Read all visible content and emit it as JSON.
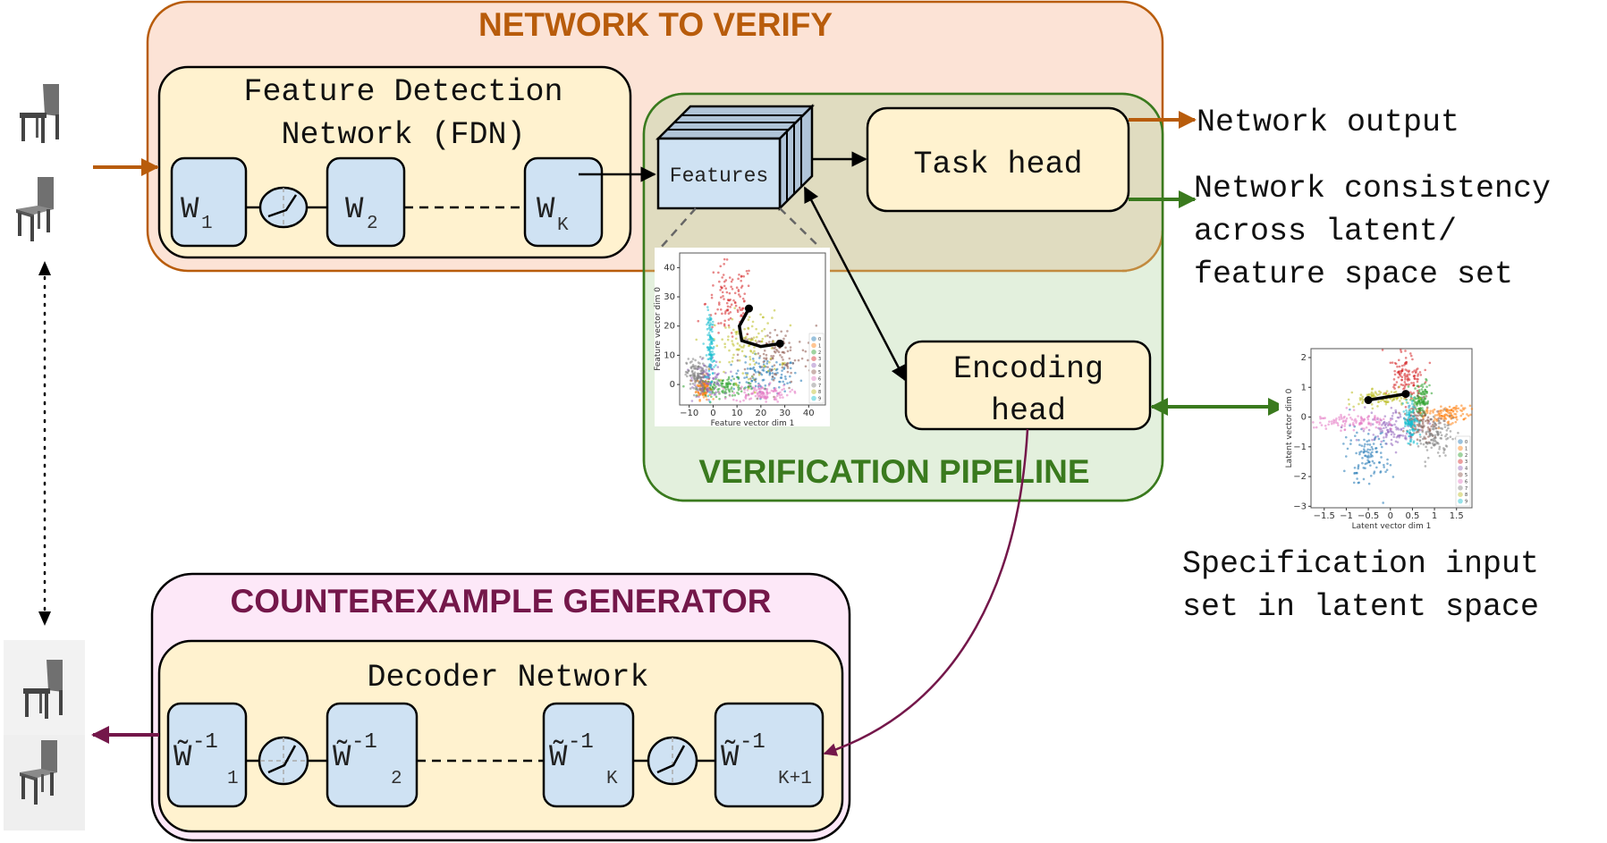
{
  "colors": {
    "network_to_verify": "#b85c0b",
    "network_to_verify_bg": "#fce3d6",
    "verification": "#3a7a1e",
    "verification_bg": "#e3f0dd",
    "overlap_bg": "#e0dcc0",
    "counterexample": "#74174a",
    "counterexample_bg": "#fde8f8",
    "inner_bg": "#fff2cf",
    "layer_bg": "#cfe2f3"
  },
  "network_to_verify": {
    "title": "NETWORK TO VERIFY",
    "fdn": {
      "title_line1": "Feature Detection",
      "title_line2": "Network (FDN)",
      "layers": [
        {
          "base": "W",
          "sub": "1"
        },
        {
          "base": "W",
          "sub": "2"
        },
        {
          "base": "W",
          "sub": "K"
        }
      ]
    }
  },
  "verification_pipeline": {
    "title": "VERIFICATION PIPELINE",
    "features_label": "Features",
    "task_head": "Task head",
    "encoding_head_line1": "Encoding",
    "encoding_head_line2": "head"
  },
  "outputs": {
    "network_output": "Network output",
    "consistency_line1": "Network consistency",
    "consistency_line2": "across latent/",
    "consistency_line3": "feature space set",
    "spec_line1": "Specification input",
    "spec_line2": "set in latent space"
  },
  "counterexample_generator": {
    "title": "COUNTEREXAMPLE GENERATOR",
    "decoder": {
      "title": "Decoder Network",
      "layers": [
        {
          "base": "W̃",
          "sup": "-1",
          "sub": "1"
        },
        {
          "base": "W̃",
          "sup": "-1",
          "sub": "2"
        },
        {
          "base": "W̃",
          "sup": "-1",
          "sub": "K"
        },
        {
          "base": "W̃",
          "sup": "-1",
          "sub": "K+1"
        }
      ]
    }
  },
  "icons": {
    "input_images": "chair-icon",
    "generated_images": "chair-icon",
    "activation": "relu-icon"
  },
  "chart_data": [
    {
      "type": "scatter",
      "title": "",
      "xlabel": "Feature vector dim 1",
      "ylabel": "Feature vector dim 0",
      "xlim": [
        -14,
        47
      ],
      "ylim": [
        -7,
        45
      ],
      "xticks": [
        -10,
        0,
        10,
        20,
        30,
        40
      ],
      "yticks": [
        0,
        10,
        20,
        30,
        40
      ],
      "legend": [
        "0",
        "1",
        "2",
        "3",
        "4",
        "5",
        "6",
        "7",
        "8",
        "9"
      ],
      "legend_position": "bottom-right",
      "series_colors": [
        "#1f77b4",
        "#ff7f0e",
        "#2ca02c",
        "#d62728",
        "#9467bd",
        "#8c564b",
        "#e377c2",
        "#7f7f7f",
        "#bcbd22",
        "#17becf"
      ],
      "clusters": [
        {
          "label": "0",
          "cx": 22,
          "cy": 3,
          "sx": 7,
          "sy": 3
        },
        {
          "label": "1",
          "cx": -4,
          "cy": -1,
          "sx": 1.5,
          "sy": 2
        },
        {
          "label": "2",
          "cx": 5,
          "cy": -1,
          "sx": 6,
          "sy": 1.5
        },
        {
          "label": "3",
          "cx": 7,
          "cy": 28,
          "sx": 5,
          "sy": 7
        },
        {
          "label": "4",
          "cx": -2,
          "cy": 2,
          "sx": 3,
          "sy": 3
        },
        {
          "label": "5",
          "cx": 27,
          "cy": 10,
          "sx": 8,
          "sy": 5
        },
        {
          "label": "6",
          "cx": 20,
          "cy": -3,
          "sx": 6,
          "sy": 1.5
        },
        {
          "label": "7",
          "cx": -7,
          "cy": 3,
          "sx": 2,
          "sy": 3
        },
        {
          "label": "8",
          "cx": 14,
          "cy": 13,
          "sx": 7,
          "sy": 6
        },
        {
          "label": "9",
          "cx": -1,
          "cy": 13,
          "sx": 0.8,
          "sy": 6
        }
      ],
      "path": {
        "x": [
          15,
          11,
          12,
          20,
          28
        ],
        "y": [
          26,
          20,
          15,
          13,
          14
        ]
      }
    },
    {
      "type": "scatter",
      "title": "",
      "xlabel": "Latent vector dim 1",
      "ylabel": "Latent vector dim 0",
      "xlim": [
        -1.8,
        1.85
      ],
      "ylim": [
        -3.05,
        2.3
      ],
      "xticks": [
        -1.5,
        -1.0,
        -0.5,
        0.0,
        0.5,
        1.0,
        1.5
      ],
      "yticks": [
        -3,
        -2,
        -1,
        0,
        1,
        2
      ],
      "legend": [
        "0",
        "1",
        "2",
        "3",
        "4",
        "5",
        "6",
        "7",
        "8",
        "9"
      ],
      "legend_position": "bottom-right",
      "series_colors": [
        "#1f77b4",
        "#ff7f0e",
        "#2ca02c",
        "#d62728",
        "#9467bd",
        "#8c564b",
        "#e377c2",
        "#7f7f7f",
        "#bcbd22",
        "#17becf"
      ],
      "clusters": [
        {
          "label": "0",
          "cx": -0.55,
          "cy": -1.3,
          "sx": 0.25,
          "sy": 0.45
        },
        {
          "label": "1",
          "cx": 1.3,
          "cy": 0.1,
          "sx": 0.25,
          "sy": 0.15
        },
        {
          "label": "2",
          "cx": 0.7,
          "cy": 0.55,
          "sx": 0.1,
          "sy": 0.25
        },
        {
          "label": "3",
          "cx": 0.35,
          "cy": 1.4,
          "sx": 0.2,
          "sy": 0.35
        },
        {
          "label": "4",
          "cx": 0.05,
          "cy": -0.35,
          "sx": 0.25,
          "sy": 0.3
        },
        {
          "label": "5",
          "cx": 0.7,
          "cy": -0.2,
          "sx": 0.2,
          "sy": 0.3
        },
        {
          "label": "6",
          "cx": -0.9,
          "cy": -0.15,
          "sx": 0.45,
          "sy": 0.12
        },
        {
          "label": "7",
          "cx": 1.0,
          "cy": -0.65,
          "sx": 0.2,
          "sy": 0.3
        },
        {
          "label": "8",
          "cx": -0.2,
          "cy": 0.65,
          "sx": 0.35,
          "sy": 0.12
        },
        {
          "label": "9",
          "cx": 0.45,
          "cy": -0.2,
          "sx": 0.08,
          "sy": 0.35
        }
      ],
      "path": {
        "x": [
          -0.5,
          0.35
        ],
        "y": [
          0.57,
          0.78
        ]
      }
    }
  ]
}
